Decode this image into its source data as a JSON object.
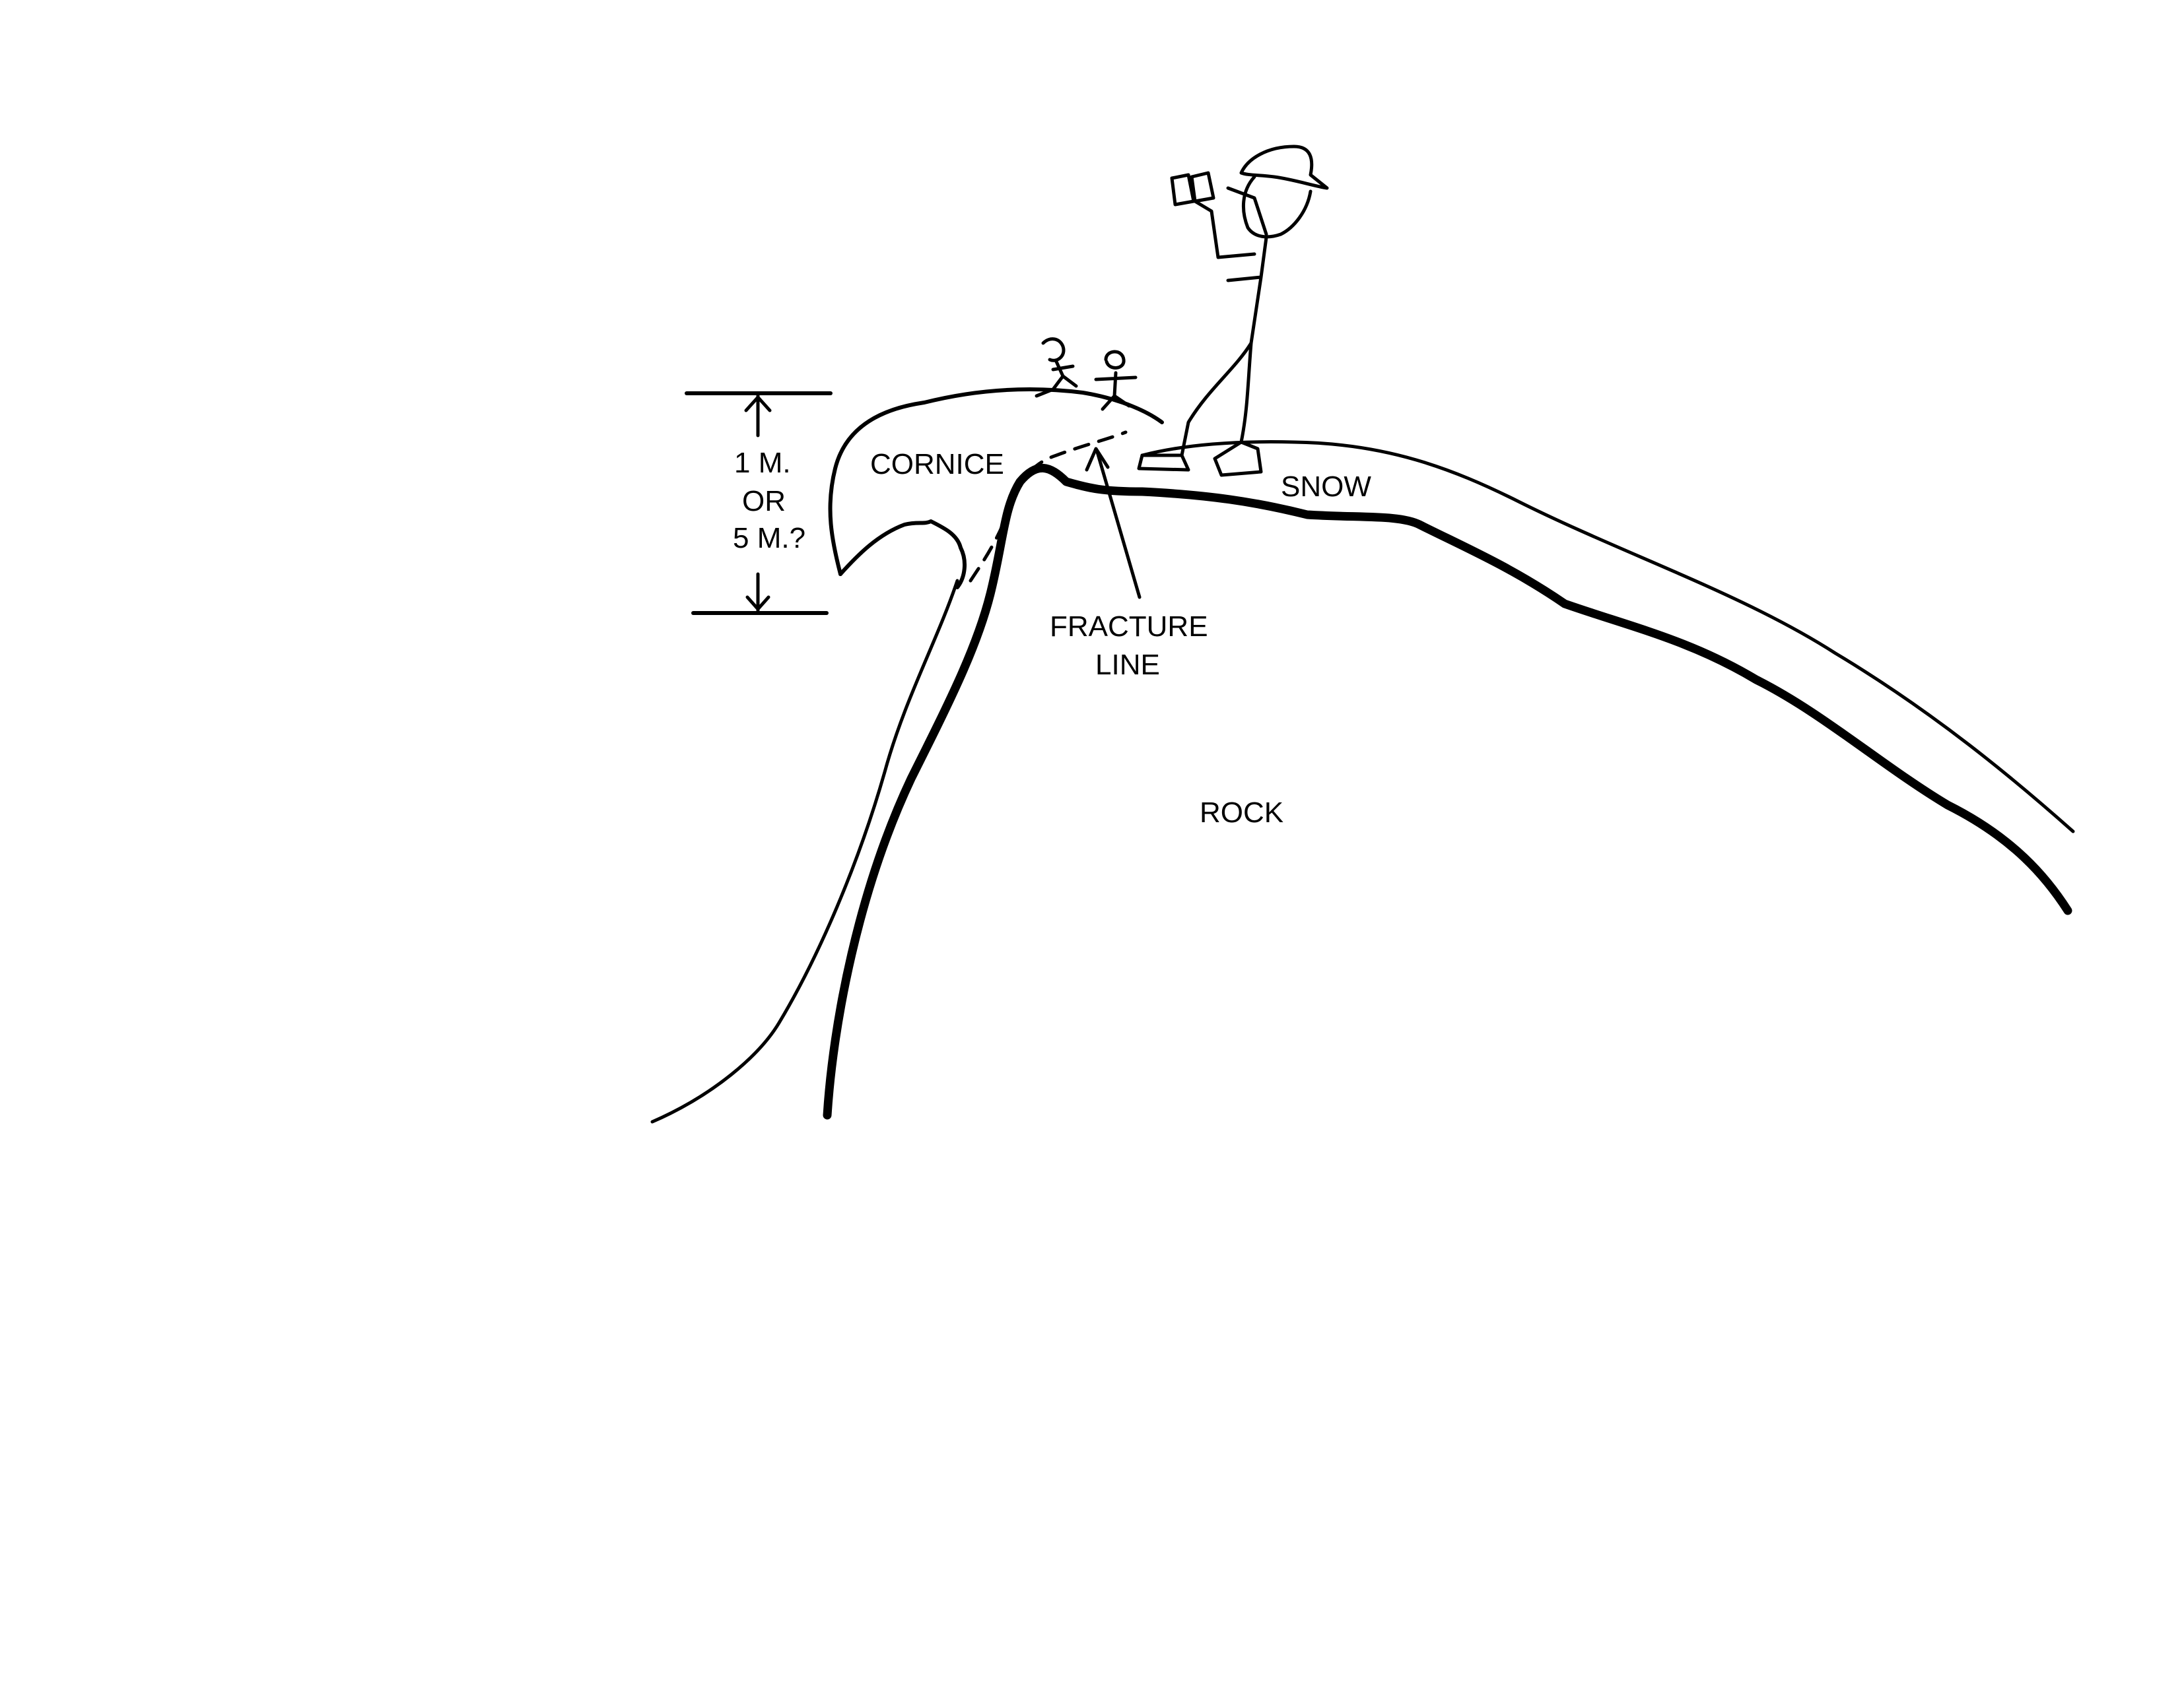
{
  "diagram": {
    "labels": {
      "cornice": "CORNICE",
      "snow": "SNOW",
      "rock": "ROCK",
      "fracture_line_1": "FRACTURE",
      "fracture_line_2": "LINE",
      "height_1": "1 M.",
      "height_2": "OR",
      "height_3": "5 M.?"
    },
    "colors": {
      "ink": "#000000",
      "paper": "#ffffff"
    }
  }
}
